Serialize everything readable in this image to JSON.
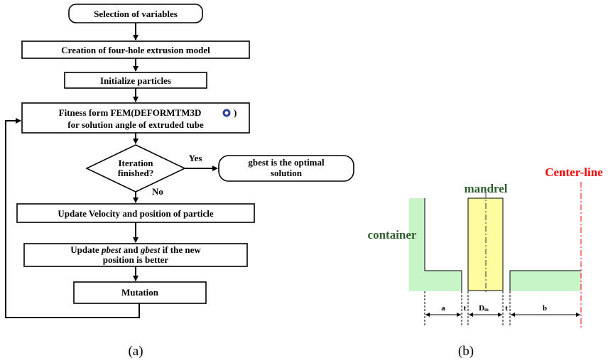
{
  "flowchart": {
    "steps": {
      "selection": "Selection of variables",
      "creation": "Creation of  four-hole extrusion model",
      "initialize": "Initialize particles",
      "fitness_line1": "Fitness form FEM(DEFORMTM3D",
      "fitness_line2": "for solution angle of  extruded tube",
      "decision_line1": "Iteration",
      "decision_line2": "finished?",
      "yes_label": "Yes",
      "no_label": "No",
      "gbest_line1": "gbest is the optimal",
      "gbest_line2": "solution",
      "update_velocity": "Update Velocity and position of particle",
      "update_best_pre": "Update ",
      "update_best_pbest": "pbest",
      "update_best_mid": " and ",
      "update_best_gbest": "gbest",
      "update_best_post": " if the new",
      "update_best_line2": "position is better",
      "mutation": "Mutation"
    },
    "caption": "(a)"
  },
  "schematic": {
    "center_line_label": "Center-line",
    "mandrel_label": "mandrel",
    "container_label": "container",
    "dimensions": {
      "a": "a",
      "t1": "t",
      "dm_main": "D",
      "dm_sub": "m",
      "t2": "t",
      "b": "b"
    },
    "caption": "(b)",
    "colors": {
      "container": "#c8f5c8",
      "mandrel": "#fdfda0",
      "center_line": "#ff0000",
      "label_green": "#2f5f2f"
    }
  }
}
